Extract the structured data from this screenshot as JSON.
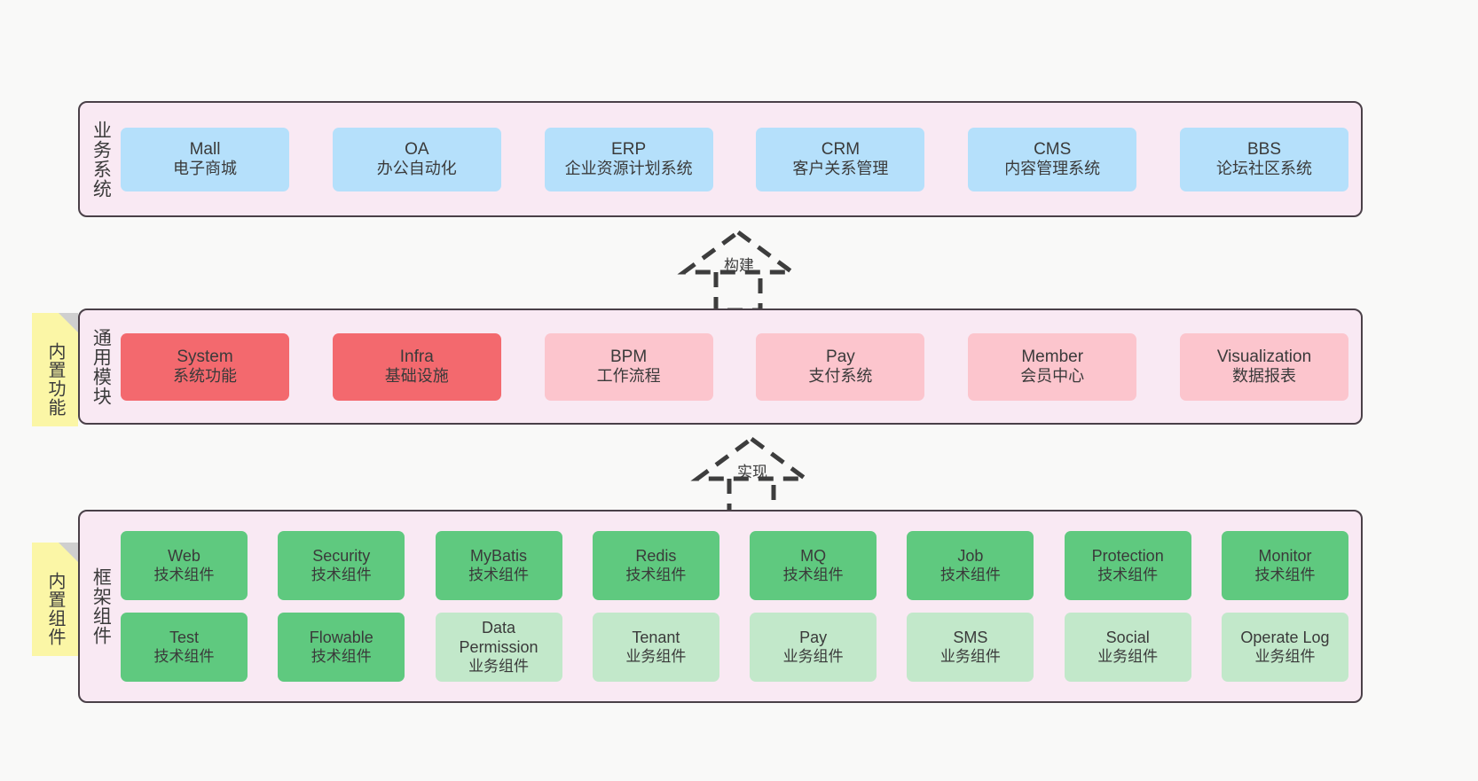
{
  "diagram": {
    "background_color": "#f9f9f8",
    "panel_bg_color": "#f9e9f3",
    "panel_border_color": "#4a4048",
    "tag_color": "#fbf6a6"
  },
  "panels": [
    {
      "id": "business-systems",
      "label": "业务系统",
      "tag": null,
      "rows": [
        {
          "items": [
            {
              "en": "Mall",
              "cn": "电子商城",
              "color": "#b5e0fb",
              "style": "blue"
            },
            {
              "en": "OA",
              "cn": "办公自动化",
              "color": "#b5e0fb",
              "style": "blue"
            },
            {
              "en": "ERP",
              "cn": "企业资源计划系统",
              "color": "#b5e0fb",
              "style": "blue"
            },
            {
              "en": "CRM",
              "cn": "客户关系管理",
              "color": "#b5e0fb",
              "style": "blue"
            },
            {
              "en": "CMS",
              "cn": "内容管理系统",
              "color": "#b5e0fb",
              "style": "blue"
            },
            {
              "en": "BBS",
              "cn": "论坛社区系统",
              "color": "#b5e0fb",
              "style": "blue"
            }
          ]
        }
      ]
    },
    {
      "id": "common-modules",
      "label": "通用模块",
      "tag": "内置功能",
      "rows": [
        {
          "items": [
            {
              "en": "System",
              "cn": "系统功能",
              "color": "#f3696e",
              "style": "red"
            },
            {
              "en": "Infra",
              "cn": "基础设施",
              "color": "#f3696e",
              "style": "red"
            },
            {
              "en": "BPM",
              "cn": "工作流程",
              "color": "#fcc5cd",
              "style": "pink"
            },
            {
              "en": "Pay",
              "cn": "支付系统",
              "color": "#fcc5cd",
              "style": "pink"
            },
            {
              "en": "Member",
              "cn": "会员中心",
              "color": "#fcc5cd",
              "style": "pink"
            },
            {
              "en": "Visualization",
              "cn": "数据报表",
              "color": "#fcc5cd",
              "style": "pink"
            }
          ]
        }
      ]
    },
    {
      "id": "framework-components",
      "label": "框架组件",
      "tag": "内置组件",
      "rows": [
        {
          "items": [
            {
              "en": "Web",
              "cn": "技术组件",
              "color": "#5fc97f",
              "style": "green"
            },
            {
              "en": "Security",
              "cn": "技术组件",
              "color": "#5fc97f",
              "style": "green"
            },
            {
              "en": "MyBatis",
              "cn": "技术组件",
              "color": "#5fc97f",
              "style": "green"
            },
            {
              "en": "Redis",
              "cn": "技术组件",
              "color": "#5fc97f",
              "style": "green"
            },
            {
              "en": "MQ",
              "cn": "技术组件",
              "color": "#5fc97f",
              "style": "green"
            },
            {
              "en": "Job",
              "cn": "技术组件",
              "color": "#5fc97f",
              "style": "green"
            },
            {
              "en": "Protection",
              "cn": "技术组件",
              "color": "#5fc97f",
              "style": "green"
            },
            {
              "en": "Monitor",
              "cn": "技术组件",
              "color": "#5fc97f",
              "style": "green"
            }
          ]
        },
        {
          "items": [
            {
              "en": "Test",
              "cn": "技术组件",
              "color": "#5fc97f",
              "style": "green"
            },
            {
              "en": "Flowable",
              "cn": "技术组件",
              "color": "#5fc97f",
              "style": "green"
            },
            {
              "en": "Data Permission",
              "cn": "业务组件",
              "color": "#c2e8ca",
              "style": "lgreen"
            },
            {
              "en": "Tenant",
              "cn": "业务组件",
              "color": "#c2e8ca",
              "style": "lgreen"
            },
            {
              "en": "Pay",
              "cn": "业务组件",
              "color": "#c2e8ca",
              "style": "lgreen"
            },
            {
              "en": "SMS",
              "cn": "业务组件",
              "color": "#c2e8ca",
              "style": "lgreen"
            },
            {
              "en": "Social",
              "cn": "业务组件",
              "color": "#c2e8ca",
              "style": "lgreen"
            },
            {
              "en": "Operate Log",
              "cn": "业务组件",
              "color": "#c2e8ca",
              "style": "lgreen"
            }
          ]
        }
      ]
    }
  ],
  "connectors": [
    {
      "id": "build",
      "label": "构建",
      "from": "common-modules",
      "to": "business-systems",
      "style": "dashed-hollow-triangle"
    },
    {
      "id": "implement",
      "label": "实现",
      "from": "framework-components",
      "to": "common-modules",
      "style": "dashed-hollow-triangle"
    }
  ]
}
